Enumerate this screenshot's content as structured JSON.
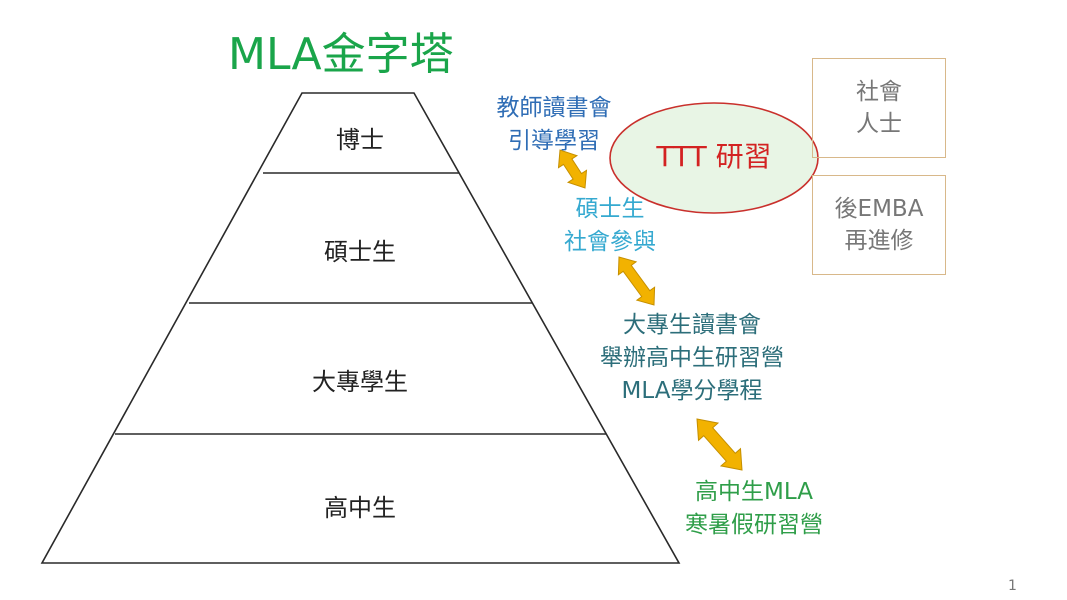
{
  "title": "MLA金字塔",
  "pyramid": {
    "tiers": [
      "博士",
      "碩士生",
      "大專學生",
      "高中生"
    ]
  },
  "labels": {
    "teacher": [
      "教師讀書會",
      "引導學習"
    ],
    "masters": [
      "碩士生",
      "社會參與"
    ],
    "college": [
      "大專生讀書會",
      "舉辦高中生研習營",
      "MLA學分學程"
    ],
    "highschool": [
      "高中生MLA",
      "寒暑假研習營"
    ]
  },
  "ttt": "TTT 研習",
  "boxes": {
    "social": [
      "社會",
      "人士"
    ],
    "emba": [
      "後EMBA",
      "再進修"
    ]
  },
  "page_number": "1",
  "colors": {
    "title": "#1aa54a",
    "teacher": "#2f6db5",
    "masters": "#35a9d0",
    "college": "#2c6e7a",
    "highschool": "#2f9e49",
    "ttt_text": "#d32222",
    "ttt_fill": "#e8f5e5",
    "arrow": "#f2b200",
    "box_border": "#d8b88a"
  },
  "icons": [
    "double-arrow-icon"
  ]
}
